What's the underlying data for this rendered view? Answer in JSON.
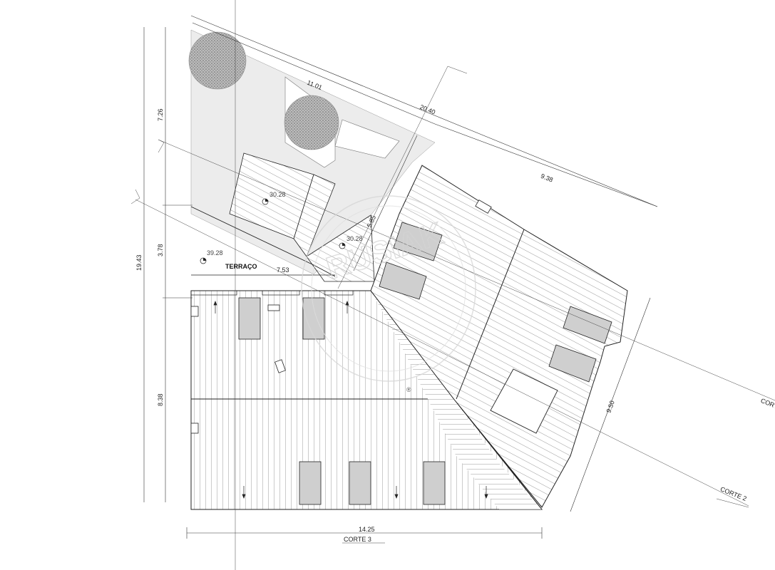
{
  "dimensions": {
    "top_left_segment": "11.01",
    "top_total": "20.40",
    "top_right_segment": "9.38",
    "left_upper": "7.26",
    "left_total": "19.43",
    "left_middle": "3.78",
    "left_lower": "8.38",
    "terrace_width": "7.53",
    "inner_depth": "5.85",
    "right_side": "9.50",
    "bottom_width": "14.25"
  },
  "levels": {
    "terrace": "39.28",
    "deck": "30.28",
    "middle": "30.28"
  },
  "labels": {
    "terrace": "TERRAÇO",
    "section_2": "CORTE  2",
    "section_3": "CORTE  3",
    "section_edge": "CORT"
  },
  "watermark": {
    "text": "RUSIAK",
    "mark": "®"
  }
}
